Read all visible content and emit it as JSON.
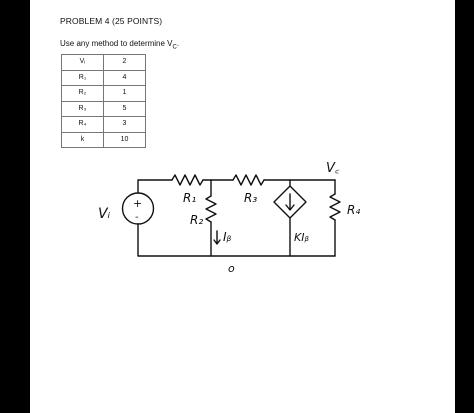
{
  "problem": {
    "title": "PROBLEM 4 (25 POINTS)",
    "prompt_text": "Use any method to determine V",
    "prompt_subscript": "C",
    "prompt_end": "."
  },
  "table": {
    "rows": [
      {
        "name": "Vᵢ",
        "value": "2"
      },
      {
        "name": "R₁",
        "value": "4"
      },
      {
        "name": "R₂",
        "value": "1"
      },
      {
        "name": "R₃",
        "value": "5"
      },
      {
        "name": "R₄",
        "value": "3"
      },
      {
        "name": "k",
        "value": "10"
      }
    ]
  },
  "circuit": {
    "labels": {
      "vi": "Vᵢ",
      "r1": "R₁",
      "r2": "R₂",
      "r3": "R₃",
      "r4": "R₄",
      "vc": "V꜀",
      "ib": "Iᵦ",
      "kib": "KIᵦ",
      "ground": "o",
      "plus": "+",
      "minus": "-"
    }
  },
  "colors": {
    "frame": "#000000",
    "ink": "#111111",
    "table_border": "#777777"
  }
}
